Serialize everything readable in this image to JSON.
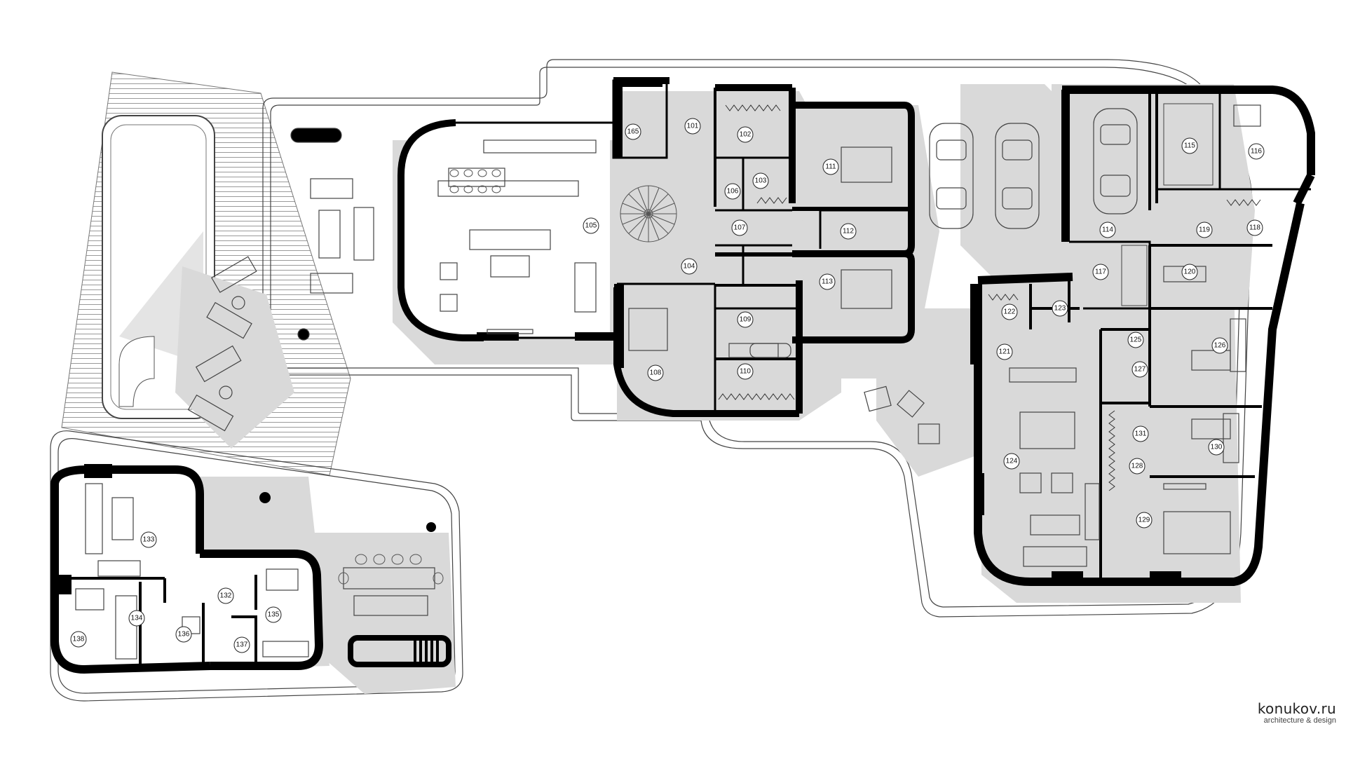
{
  "brand": {
    "name": "konukov.ru",
    "tagline": "architecture & design"
  },
  "rooms": [
    {
      "id": "101",
      "label": "101"
    },
    {
      "id": "102",
      "label": "102"
    },
    {
      "id": "103",
      "label": "103"
    },
    {
      "id": "104",
      "label": "104"
    },
    {
      "id": "105",
      "label": "105"
    },
    {
      "id": "106",
      "label": "106"
    },
    {
      "id": "107",
      "label": "107"
    },
    {
      "id": "108",
      "label": "108"
    },
    {
      "id": "109",
      "label": "109"
    },
    {
      "id": "110",
      "label": "110"
    },
    {
      "id": "111",
      "label": "111"
    },
    {
      "id": "112",
      "label": "112"
    },
    {
      "id": "113",
      "label": "113"
    },
    {
      "id": "114",
      "label": "114"
    },
    {
      "id": "115",
      "label": "115"
    },
    {
      "id": "116",
      "label": "116"
    },
    {
      "id": "117",
      "label": "117"
    },
    {
      "id": "118",
      "label": "118"
    },
    {
      "id": "119",
      "label": "119"
    },
    {
      "id": "120",
      "label": "120"
    },
    {
      "id": "121",
      "label": "121"
    },
    {
      "id": "122",
      "label": "122"
    },
    {
      "id": "123",
      "label": "123"
    },
    {
      "id": "124",
      "label": "124"
    },
    {
      "id": "125",
      "label": "125"
    },
    {
      "id": "126",
      "label": "126"
    },
    {
      "id": "127",
      "label": "127"
    },
    {
      "id": "128",
      "label": "128"
    },
    {
      "id": "129",
      "label": "129"
    },
    {
      "id": "130",
      "label": "130"
    },
    {
      "id": "131",
      "label": "131"
    },
    {
      "id": "132",
      "label": "132"
    },
    {
      "id": "133",
      "label": "133"
    },
    {
      "id": "134",
      "label": "134"
    },
    {
      "id": "135",
      "label": "135"
    },
    {
      "id": "136",
      "label": "136"
    },
    {
      "id": "137",
      "label": "137"
    },
    {
      "id": "138",
      "label": "138"
    },
    {
      "id": "165",
      "label": "165"
    }
  ],
  "colors": {
    "wall": "#000000",
    "shadow": "#d9d9d9",
    "line": "#444444",
    "background": "#ffffff"
  }
}
